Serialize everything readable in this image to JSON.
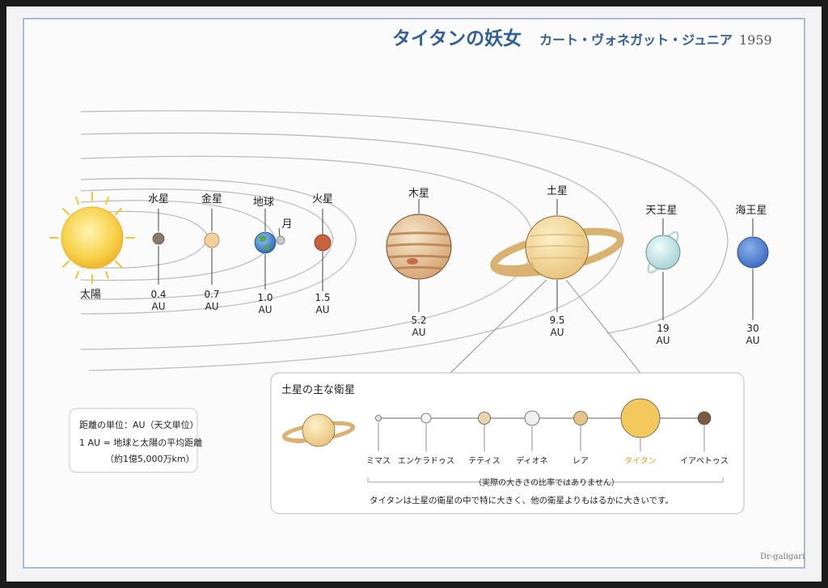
{
  "header": {
    "title": "タイタンの妖女",
    "author": "カート・ヴォネガット・ジュニア",
    "year": "1959"
  },
  "sun": {
    "label": "太陽"
  },
  "planets": [
    {
      "name": "水星",
      "distance": "0.4",
      "unit": "AU"
    },
    {
      "name": "金星",
      "distance": "0.7",
      "unit": "AU"
    },
    {
      "name": "地球",
      "distance": "1.0",
      "unit": "AU",
      "moon": "月"
    },
    {
      "name": "火星",
      "distance": "1.5",
      "unit": "AU"
    },
    {
      "name": "木星",
      "distance": "5.2",
      "unit": "AU"
    },
    {
      "name": "土星",
      "distance": "9.5",
      "unit": "AU"
    },
    {
      "name": "天王星",
      "distance": "19",
      "unit": "AU"
    },
    {
      "name": "海王星",
      "distance": "30",
      "unit": "AU"
    }
  ],
  "unit_box": {
    "line1": "距離の単位：AU（天文単位）",
    "line2": "1 AU = 地球と太陽の平均距離",
    "line3": "（約1億5,000万km）"
  },
  "moons_panel": {
    "title": "土星の主な衛星",
    "moons": [
      {
        "name": "ミマス",
        "color": "#e6e6e6"
      },
      {
        "name": "エンケラドゥス",
        "color": "#f4f4f4"
      },
      {
        "name": "テティス",
        "color": "#ecd3b0"
      },
      {
        "name": "ディオネ",
        "color": "#f0f0f0"
      },
      {
        "name": "レア",
        "color": "#e8c387"
      },
      {
        "name": "タイタン",
        "color": "#f3c85c",
        "highlight": true
      },
      {
        "name": "イアペトゥス",
        "color": "#7a5a40"
      }
    ],
    "note": "（実際の大きさの比率ではありません）",
    "caption": "タイタンは土星の衛星の中で特に大きく、他の衛星よりもはるかに大きいです。"
  },
  "colors": {
    "title": "#2f5f96",
    "titan_label": "#e0a020",
    "border": "#a9bcd3"
  },
  "credit": "Dr-galigari"
}
